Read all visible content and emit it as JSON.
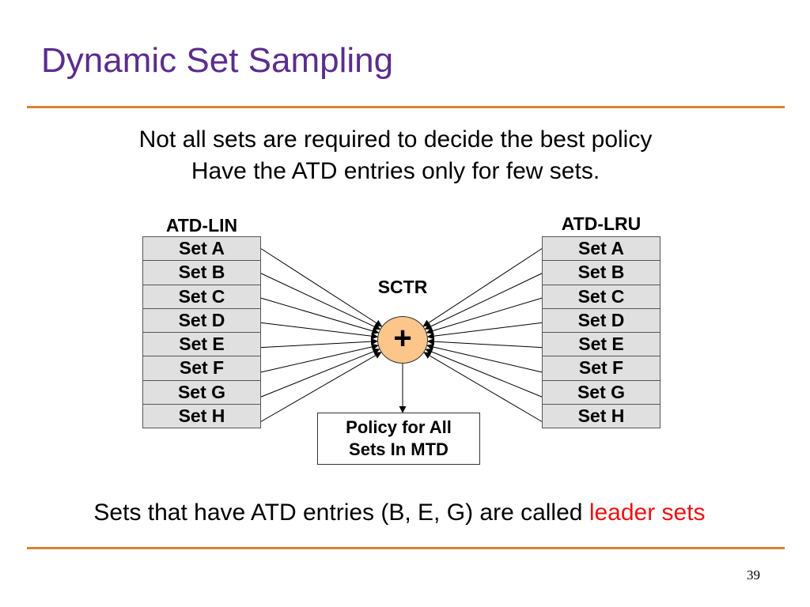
{
  "slide": {
    "title": "Dynamic Set Sampling",
    "subtitle_line1": "Not all sets are required to decide the best policy",
    "subtitle_line2": "Have the ATD entries only for few sets.",
    "bottom_text": "Sets that have ATD entries (B, E, G) are called ",
    "bottom_highlight": "leader sets",
    "page_number": "39",
    "colors": {
      "title": "#5b2d8e",
      "rule": "#d9822b",
      "highlight": "#ee1111",
      "sum_node_fill": "#fcc58a",
      "set_cell_fill": "#e0e0e0"
    }
  },
  "diagram": {
    "left_group": {
      "label": "ATD-LIN",
      "sets": [
        "Set A",
        "Set B",
        "Set C",
        "Set D",
        "Set E",
        "Set F",
        "Set G",
        "Set H"
      ]
    },
    "right_group": {
      "label": "ATD-LRU",
      "sets": [
        "Set A",
        "Set B",
        "Set C",
        "Set D",
        "Set E",
        "Set F",
        "Set G",
        "Set H"
      ]
    },
    "counter_label": "SCTR",
    "sum_symbol": "+",
    "output": {
      "line1": "Policy for All",
      "line2": "Sets In MTD"
    }
  }
}
